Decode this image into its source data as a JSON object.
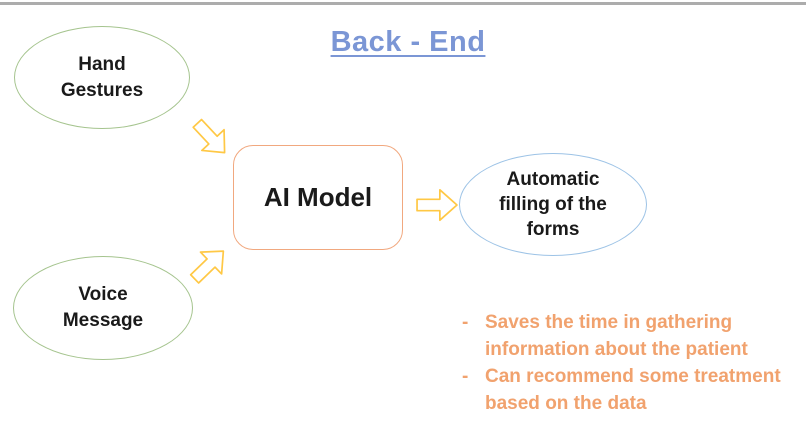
{
  "slide": {
    "title": "Back - End"
  },
  "nodes": {
    "hand_gestures": {
      "label": "Hand\nGestures"
    },
    "voice_message": {
      "label": "Voice\nMessage"
    },
    "ai_model": {
      "label": "AI Model"
    },
    "auto_filling": {
      "label": "Automatic\nfilling of the\nforms"
    }
  },
  "bullet_marker": "-",
  "bullets": [
    "Saves the time in gathering\ninformation about the patient",
    "Can recommend some treatment\nbased on the data"
  ],
  "icons": {
    "arrow_hand_to_ai": "block-arrow-southeast",
    "arrow_voice_to_ai": "block-arrow-northeast",
    "arrow_ai_to_forms": "block-arrow-east"
  },
  "colors": {
    "title_text": "#7b96d5",
    "input_ellipse_stroke": "#a5c48e",
    "ai_model_stroke": "#f1a87f",
    "output_ellipse_stroke": "#9dc3e6",
    "arrow_stroke": "#ffc845",
    "bullet_text": "#f1a26e",
    "node_text": "#1a1a1a",
    "top_rule": "#acacac"
  }
}
